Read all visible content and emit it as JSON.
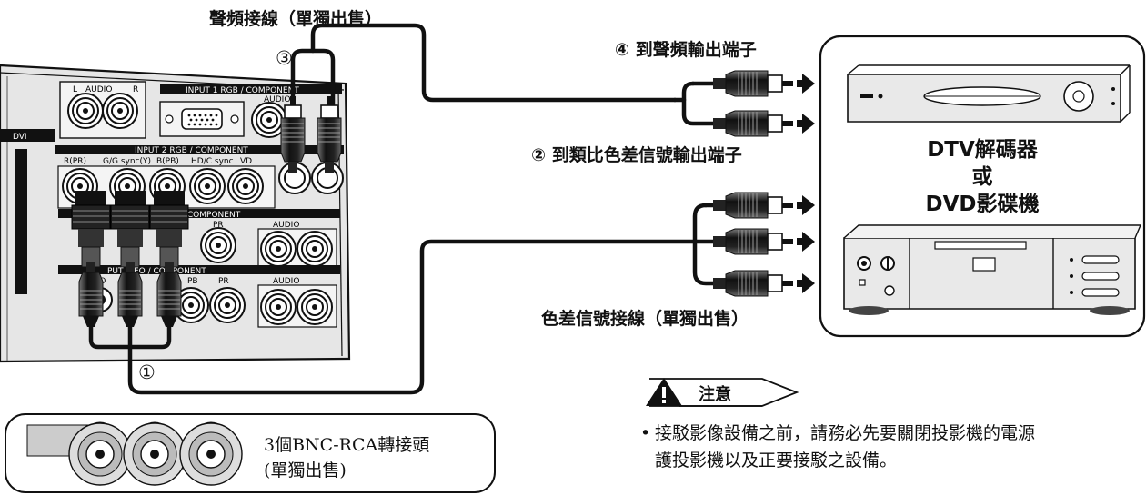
{
  "labels": {
    "audio_cable": "聲頻接線（單獨出售）",
    "audio_out_callout": "④ 到聲頻輸出端子",
    "component_out_callout": "② 到類比色差信號輸出端子",
    "component_cable": "色差信號接線（單獨出售）",
    "circle_three": "③",
    "circle_one": "①"
  },
  "devices": {
    "line1": "DTV解碼器",
    "line2": "或",
    "line3": "DVD影碟機"
  },
  "panel": {
    "audio_l": "L",
    "audio": "AUDIO",
    "audio_r": "R",
    "dvi": "DVI",
    "input1": "INPUT 1  RGB / COMPONENT",
    "input1_audio": "AUDIO",
    "input2": "INPUT 2  RGB / COMPONENT",
    "in2_r": "R(PR)",
    "in2_g": "G/G sync(Y)",
    "in2_b": "B(PB)",
    "in2_hd": "HD/C sync",
    "in2_vd": "VD",
    "input4": "/ COMPONENT",
    "in4_pr": "PR",
    "in4_b": "B",
    "in4_audio": "AUDIO",
    "input5": "PUT 5   EO / COMPONENT",
    "in5_video": "IDEO",
    "in5_pb": "PB",
    "in5_pr": "PR",
    "in5_audio": "AUDIO"
  },
  "adapter": {
    "line1": "3個BNC-RCA轉接頭",
    "line2": "(單獨出售)"
  },
  "caution": {
    "title": "注意",
    "line1": "接駁影像設備之前，請務必先要關閉投影機的電源",
    "line2": "護投影機以及正要接駁之設備。"
  },
  "icons": [
    "warning-icon",
    "arrow-right-icon",
    "bnc-connector-icon",
    "rca-plug-icon"
  ],
  "colors": {
    "ink": "#111111",
    "panel_fill": "#e6e6e6",
    "device_fill": "#e9e9e9"
  }
}
